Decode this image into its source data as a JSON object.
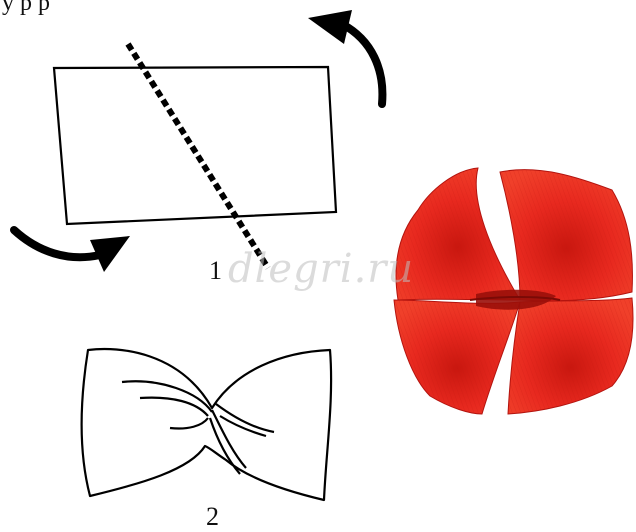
{
  "header": {
    "partial_text": "у р р"
  },
  "steps": [
    {
      "number": "1",
      "description": "rectangle-with-diagonal-fold-line-and-rotation-arrows"
    },
    {
      "number": "2",
      "description": "pinched-bow-shape"
    }
  ],
  "watermark": {
    "text": "dlegri.ru"
  },
  "colors": {
    "line": "#000000",
    "petal_red": "#e8291f",
    "petal_dark": "#b3140f",
    "background": "#ffffff"
  },
  "icons": {
    "top_arrow": "curved-arrow-counterclockwise-icon",
    "bottom_arrow": "curved-arrow-clockwise-icon"
  }
}
